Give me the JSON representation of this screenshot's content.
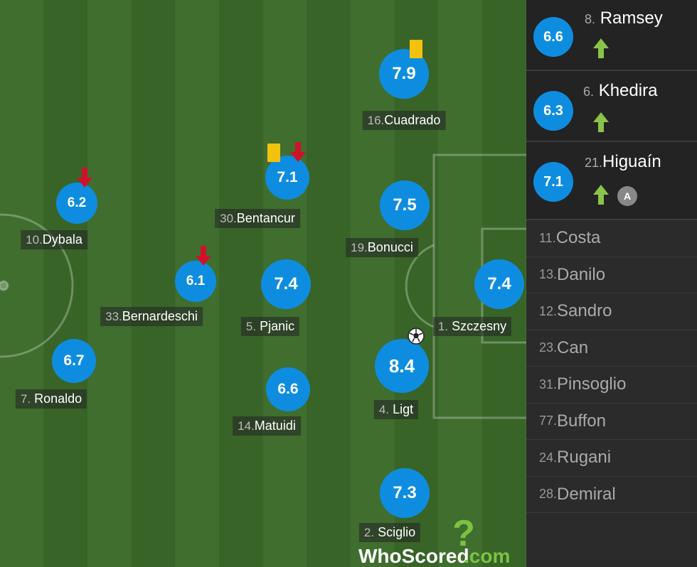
{
  "players": [
    {
      "id": "cuadrado",
      "number": "16.",
      "name": "Cuadrado",
      "rating": "7.9",
      "yellow": true
    },
    {
      "id": "bentancur",
      "number": "30.",
      "name": "Bentancur",
      "rating": "7.1",
      "yellow": true,
      "subbed_off": true
    },
    {
      "id": "dybala",
      "number": "10.",
      "name": "Dybala",
      "rating": "6.2",
      "subbed_off": true
    },
    {
      "id": "bonucci",
      "number": "19.",
      "name": "Bonucci",
      "rating": "7.5"
    },
    {
      "id": "bernardeschi",
      "number": "33.",
      "name": "Bernardeschi",
      "rating": "6.1",
      "subbed_off": true
    },
    {
      "id": "pjanic",
      "number": "5.",
      "name": "Pjanic",
      "rating": "7.4"
    },
    {
      "id": "szczesny",
      "number": "1.",
      "name": "Szczesny",
      "rating": "7.4"
    },
    {
      "id": "ronaldo",
      "number": "7.",
      "name": "Ronaldo",
      "rating": "6.7"
    },
    {
      "id": "ligt",
      "number": "4.",
      "name": "Ligt",
      "rating": "8.4",
      "goal": true
    },
    {
      "id": "matuidi",
      "number": "14.",
      "name": "Matuidi",
      "rating": "6.6"
    },
    {
      "id": "sciglio",
      "number": "2.",
      "name": "Sciglio",
      "rating": "7.3"
    }
  ],
  "substitutes_used": [
    {
      "number": "8.",
      "name": "Ramsey",
      "rating": "6.6"
    },
    {
      "number": "6.",
      "name": "Khedira",
      "rating": "6.3"
    },
    {
      "number": "21.",
      "name": "Higuaín",
      "rating": "7.1",
      "badge": "A"
    }
  ],
  "bench": [
    {
      "number": "11.",
      "name": "Costa"
    },
    {
      "number": "13.",
      "name": "Danilo"
    },
    {
      "number": "12.",
      "name": "Sandro"
    },
    {
      "number": "23.",
      "name": "Can"
    },
    {
      "number": "31.",
      "name": "Pinsoglio"
    },
    {
      "number": "77.",
      "name": "Buffon"
    },
    {
      "number": "24.",
      "name": "Rugani"
    },
    {
      "number": "28.",
      "name": "Demiral"
    }
  ],
  "watermark": {
    "part1": "WhoScored",
    "part2": ".com"
  },
  "colors": {
    "rating_circle": "#0e8de0",
    "pitch_dark": "#386428",
    "pitch_light": "#3f6e2f",
    "yellow_card": "#f3c20c",
    "sub_on_arrow": "#8bc34a",
    "sub_off_arrow": "#d0112b"
  }
}
